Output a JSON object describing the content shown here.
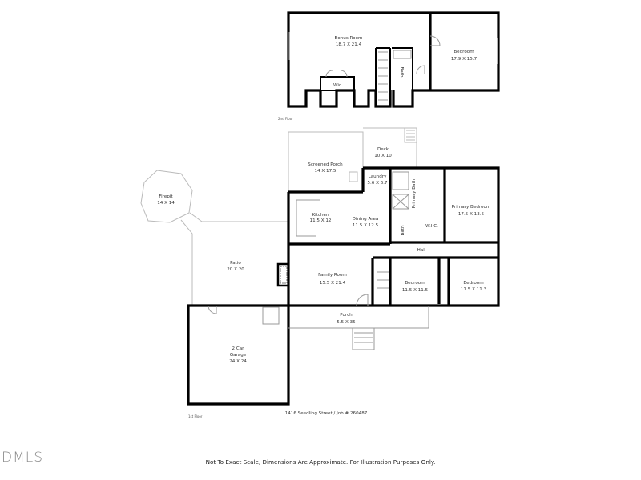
{
  "floors": {
    "second": {
      "label": "2nd Floor",
      "rooms": {
        "bonus": {
          "name": "Bonus Room",
          "dims": "18.7 X 21.4"
        },
        "bedroom": {
          "name": "Bedroom",
          "dims": "17.9 X 15.7"
        },
        "wic": {
          "name": "Wic"
        },
        "bath": {
          "name": "Bath"
        }
      }
    },
    "first": {
      "label": "1st Floor",
      "rooms": {
        "screened_porch": {
          "name": "Screened Porch",
          "dims": "14 X 17.5"
        },
        "deck": {
          "name": "Deck",
          "dims": "10 X 10"
        },
        "laundry": {
          "name": "Laundry",
          "dims": "5.6 X 6.7"
        },
        "primary_bath": {
          "name": "Primary Bath"
        },
        "primary_bedroom": {
          "name": "Primary Bedroom",
          "dims": "17.5 X 13.5"
        },
        "firepit": {
          "name": "Firepit",
          "dims": "14 X 14"
        },
        "kitchen": {
          "name": "Kitchen",
          "dims": "11.5 X 12"
        },
        "dining": {
          "name": "Dining Area",
          "dims": "11.5 X 12.5"
        },
        "bath": {
          "name": "Bath"
        },
        "wic": {
          "name": "W.I.C."
        },
        "hall": {
          "name": "Hall"
        },
        "patio": {
          "name": "Patio",
          "dims": "20 X 20"
        },
        "family_room": {
          "name": "Family Room",
          "dims": "15.5 X 21.4"
        },
        "bedroom2": {
          "name": "Bedroom",
          "dims": "11.5 X 11.5"
        },
        "bedroom3": {
          "name": "Bedroom",
          "dims": "11.5 X 11.3"
        },
        "porch": {
          "name": "Porch",
          "dims": "5.5 X 35"
        },
        "garage": {
          "name": "2 Car",
          "name2": "Garage",
          "dims": "24 X 24"
        }
      }
    }
  },
  "address": "1416 Seedling Street / Job # 260487",
  "disclaimer": "Not To Exact Scale, Dimensions Are Approximate. For Illustration Purposes Only.",
  "logo": "DMLS"
}
